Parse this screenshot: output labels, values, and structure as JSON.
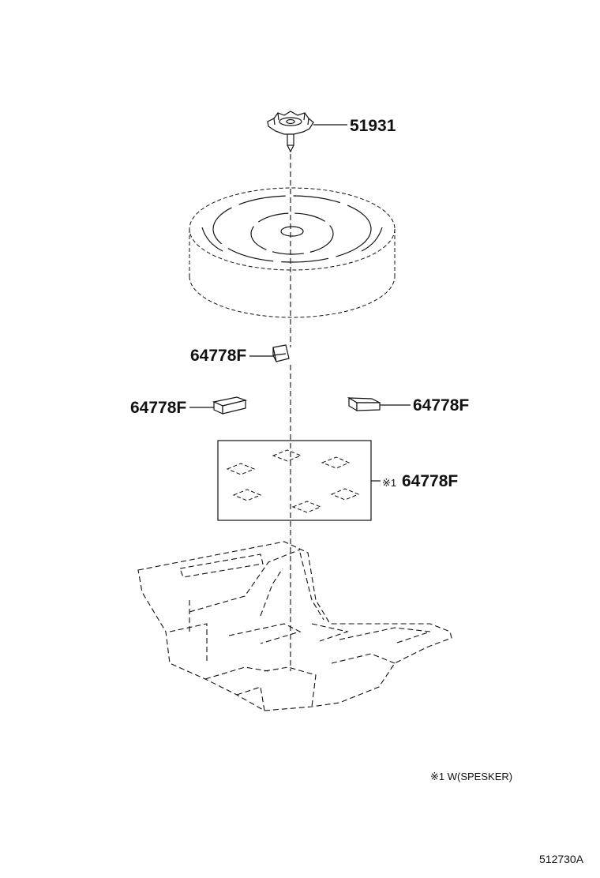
{
  "parts": [
    {
      "id": "hold-down-clamp",
      "number": "51931"
    },
    {
      "id": "spacer-upper",
      "number": "64778F"
    },
    {
      "id": "spacer-left",
      "number": "64778F"
    },
    {
      "id": "spacer-right",
      "number": "64778F"
    },
    {
      "id": "spacer-set",
      "prefix": "※1",
      "number": "64778F"
    }
  ],
  "footnote": "※1 W(SPESKER)",
  "diagram_ref": "512730A"
}
